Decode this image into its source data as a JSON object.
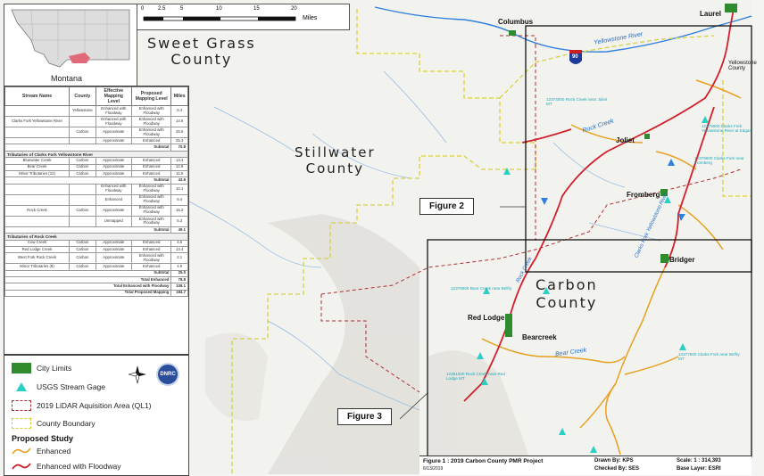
{
  "title": "Figure 1 : 2019 Carbon County PMR Project",
  "date": "6/13/2019",
  "drawn_by": "Drawn By: KPS",
  "checked_by": "Checked By: SES",
  "scale": "Scale: 1 : 314,393",
  "base_layer": "Base Layer: ESRI",
  "scale_bar": {
    "ticks": [
      "0",
      "2.5",
      "5",
      "10",
      "15",
      "20"
    ],
    "unit": "Miles"
  },
  "inset": {
    "label": "Montana"
  },
  "counties": {
    "sweet_grass": "Sweet Grass\nCounty",
    "stillwater": "Stillwater\nCounty",
    "carbon": "Carbon\nCounty"
  },
  "towns": {
    "columbus": "Columbus",
    "laurel": "Laurel",
    "joliet": "Joliet",
    "fromberg": "Fromberg",
    "bridger": "Bridger",
    "red_lodge": "Red Lodge",
    "bearcreek": "Bearcreek",
    "yellowstone": "Yellowstone\nCounty"
  },
  "rivers": {
    "yellowstone": "Yellowstone River",
    "rock_creek": "Rock Creek",
    "clarks_fork": "Clarks Fork Yellowstone River",
    "bear_creek": "Bear Creek",
    "rock_creek2": "Rock Creek"
  },
  "callouts": {
    "fig2": "Figure 2",
    "fig3": "Figure 3"
  },
  "interstate": "90",
  "legend": {
    "city_limits": "City Limits",
    "gage": "USGS Stream Gage",
    "lidar": "2019 LiDAR Aquisition Area (QL1)",
    "county": "County Boundary",
    "proposed": "Proposed Study",
    "enhanced": "Enhanced",
    "floodway": "Enhanced with Floodway",
    "logo": "DNRC"
  },
  "colors": {
    "city": "#2e8b2e",
    "gage": "#2ccfc4",
    "lidar": "#b03030",
    "county": "#d8d23a",
    "enhanced": "#e8a020",
    "floodway": "#d21f2a",
    "river": "#2f7fdc"
  },
  "table": {
    "headers": [
      "Stream Name",
      "County",
      "Effective Mapping Level",
      "Proposed Mapping Level",
      "Miles"
    ],
    "rows": [
      {
        "type": "row",
        "cells": [
          "",
          "Yellowstone",
          "Enhanced with Floodway",
          "Enhanced with Floodway",
          "5.4"
        ]
      },
      {
        "type": "row",
        "cells": [
          "Clarks Fork Yellowstone River",
          "",
          "Enhanced with Floodway",
          "Enhanced with Floodway",
          "14.6"
        ]
      },
      {
        "type": "row",
        "cells": [
          "",
          "Carbon",
          "Approximate",
          "Enhanced with Floodway",
          "25.5"
        ]
      },
      {
        "type": "row",
        "cells": [
          "",
          "",
          "Approximate",
          "Enhanced",
          "25.3"
        ]
      },
      {
        "type": "sub",
        "cells": [
          "Subtotal",
          "70.8"
        ]
      },
      {
        "type": "sec",
        "cells": [
          "Tributaries of Clarks Fork Yellowstone River"
        ]
      },
      {
        "type": "row",
        "cells": [
          "Bluewater Creek",
          "Carbon",
          "Approximate",
          "Enhanced",
          "13.4"
        ]
      },
      {
        "type": "row",
        "cells": [
          "Bear Creek",
          "Carbon",
          "Approximate",
          "Enhanced",
          "12.8"
        ]
      },
      {
        "type": "row",
        "cells": [
          "Minor Tributaries (12)",
          "Carbon",
          "Approximate",
          "Enhanced",
          "11.5"
        ]
      },
      {
        "type": "sub",
        "cells": [
          "Subtotal",
          "43.9"
        ]
      },
      {
        "type": "row",
        "cells": [
          "",
          "",
          "Enhanced with Floodway",
          "Enhanced with Floodway",
          "10.1"
        ]
      },
      {
        "type": "row",
        "cells": [
          "",
          "",
          "Enhanced",
          "Enhanced with Floodway",
          "6.4"
        ]
      },
      {
        "type": "row",
        "cells": [
          "Rock Creek",
          "Carbon",
          "Approximate",
          "Enhanced with Floodway",
          "15.2"
        ]
      },
      {
        "type": "row",
        "cells": [
          "",
          "",
          "Unmapped",
          "Enhanced with Floodway",
          "5.3"
        ]
      },
      {
        "type": "sub",
        "cells": [
          "Subtotal",
          "49.1"
        ]
      },
      {
        "type": "sec",
        "cells": [
          "Tributaries of Rock Creek"
        ]
      },
      {
        "type": "row",
        "cells": [
          "Cow Creek",
          "Carbon",
          "Approximate",
          "Enhanced",
          "4.5"
        ]
      },
      {
        "type": "row",
        "cells": [
          "Red Lodge Creek",
          "Carbon",
          "Approximate",
          "Enhanced",
          "13.4"
        ]
      },
      {
        "type": "row",
        "cells": [
          "West Fork Rock Creek",
          "Carbon",
          "Approximate",
          "Enhanced with Floodway",
          "2.1"
        ]
      },
      {
        "type": "row",
        "cells": [
          "Minor Tributaries (8)",
          "Carbon",
          "Approximate",
          "Enhanced",
          "4.9"
        ]
      },
      {
        "type": "sub",
        "cells": [
          "Subtotal",
          "25.0"
        ]
      },
      {
        "type": "sub",
        "cells": [
          "Total Enhanced",
          "78.8"
        ]
      },
      {
        "type": "sub",
        "cells": [
          "Total Enhanced with Floodway",
          "108.1"
        ]
      },
      {
        "type": "sub",
        "cells": [
          "Total Proposed Mapping",
          "184.7"
        ]
      }
    ]
  },
  "gage_labels": [
    "12374000 Rock Creek near Joliet MT",
    "12379900 Clarks Fork Yellowstone River at Edgar",
    "12379800 Clarks Fork near Fromberg",
    "12377600 Clarks Fork near Belfry MT",
    "12378500 Bear Creek near Belfry",
    "12381000 Rock Creek near Red Lodge MT"
  ]
}
